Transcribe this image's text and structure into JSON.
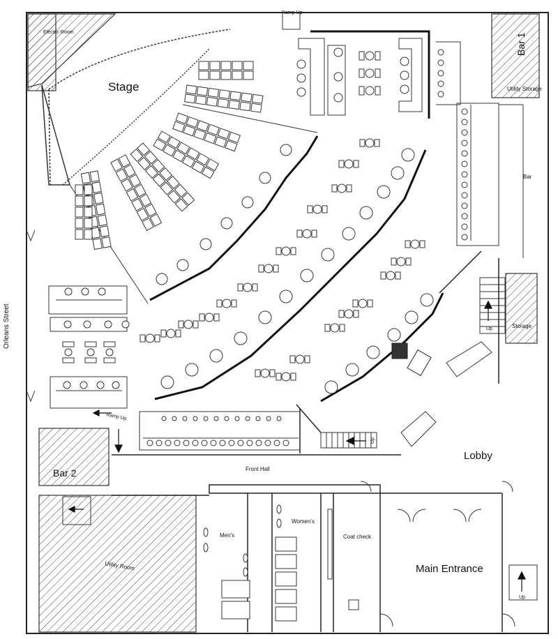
{
  "labels": {
    "stage": "Stage",
    "lobby": "Lobby",
    "main_entrance": "Main Entrance",
    "front_hall": "Front Hall",
    "bar": "Bar",
    "bar2": "Bar 2",
    "bar1": "Bar 1",
    "storage": "Storage",
    "utility_storage": "Utility Storage",
    "utility_room": "Utility Room",
    "electric_room": "Electric Room",
    "mens": "Men's",
    "womens": "Women's",
    "coat_check": "Coat check",
    "orleans_street": "Orleans Street",
    "ramp_up": "Ramp Up",
    "ramp_up_top": "Ramp Up",
    "up": "Up",
    "up2": "Up",
    "up3": "Up"
  }
}
